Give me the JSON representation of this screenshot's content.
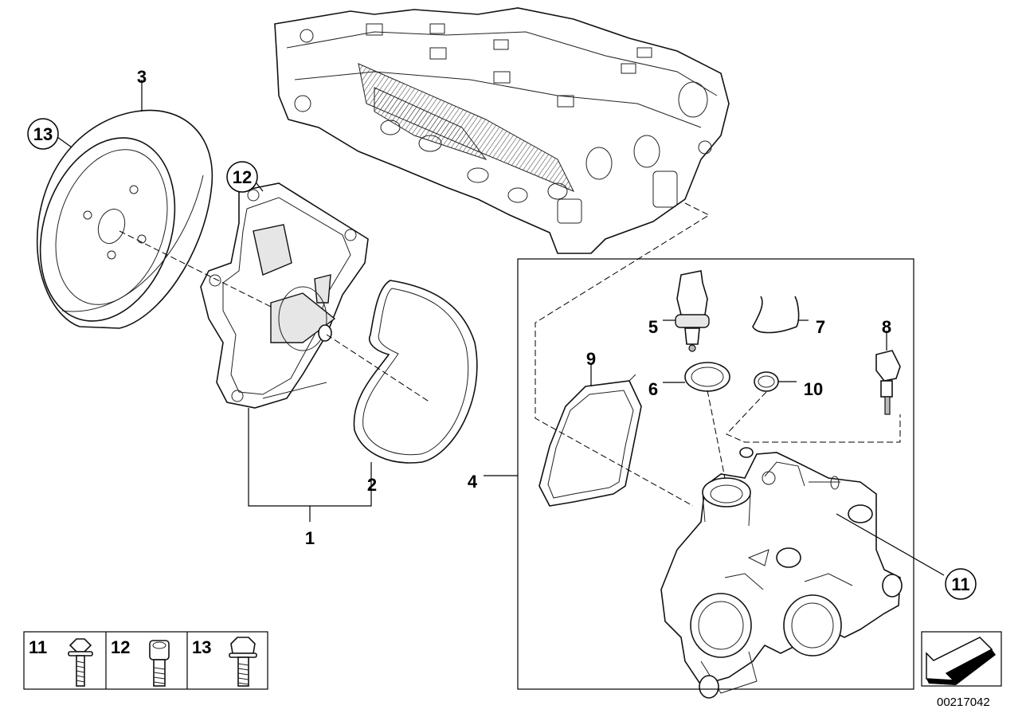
{
  "callouts": [
    {
      "id": "1",
      "label": "1",
      "circled": false
    },
    {
      "id": "2",
      "label": "2",
      "circled": false
    },
    {
      "id": "3",
      "label": "3",
      "circled": false
    },
    {
      "id": "4",
      "label": "4",
      "circled": false
    },
    {
      "id": "5",
      "label": "5",
      "circled": false
    },
    {
      "id": "6",
      "label": "6",
      "circled": false
    },
    {
      "id": "7",
      "label": "7",
      "circled": false
    },
    {
      "id": "8",
      "label": "8",
      "circled": false
    },
    {
      "id": "9",
      "label": "9",
      "circled": false
    },
    {
      "id": "10",
      "label": "10",
      "circled": false
    },
    {
      "id": "11",
      "label": "11",
      "circled": true
    },
    {
      "id": "12",
      "label": "12",
      "circled": true
    },
    {
      "id": "13",
      "label": "13",
      "circled": true
    }
  ],
  "legend": {
    "cells": [
      {
        "label": "11",
        "icon": "hex-flange-bolt-icon"
      },
      {
        "label": "12",
        "icon": "socket-head-bolt-icon"
      },
      {
        "label": "13",
        "icon": "hex-bolt-icon"
      }
    ]
  },
  "direction_icon": "forward-arrow-icon",
  "reference_number": "00217042"
}
